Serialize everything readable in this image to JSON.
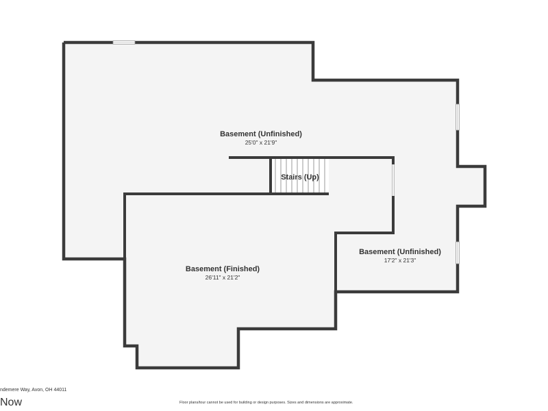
{
  "floorplan": {
    "rooms": [
      {
        "id": "basement-unfinished-main",
        "name": "Basement (Unfinished)",
        "dimensions": "25'0\" x 21'9\""
      },
      {
        "id": "stairs",
        "name": "Stairs (Up)"
      },
      {
        "id": "basement-unfinished-side",
        "name": "Basement (Unfinished)",
        "dimensions": "17'2\" x 21'3\""
      },
      {
        "id": "basement-finished",
        "name": "Basement (Finished)",
        "dimensions": "26'11\" x 21'2\""
      }
    ]
  },
  "footer": {
    "address": "ndemere Way, Avon, OH 44011",
    "logo": "Now",
    "disclaimer": "Floor plans/tour cannot be used for building or design purposes. Sizes and dimensions are approximate."
  },
  "colors": {
    "wall": "#3b3b3b",
    "floor": "#f4f4f4",
    "window": "#cfcfcf",
    "text": "#333333"
  }
}
